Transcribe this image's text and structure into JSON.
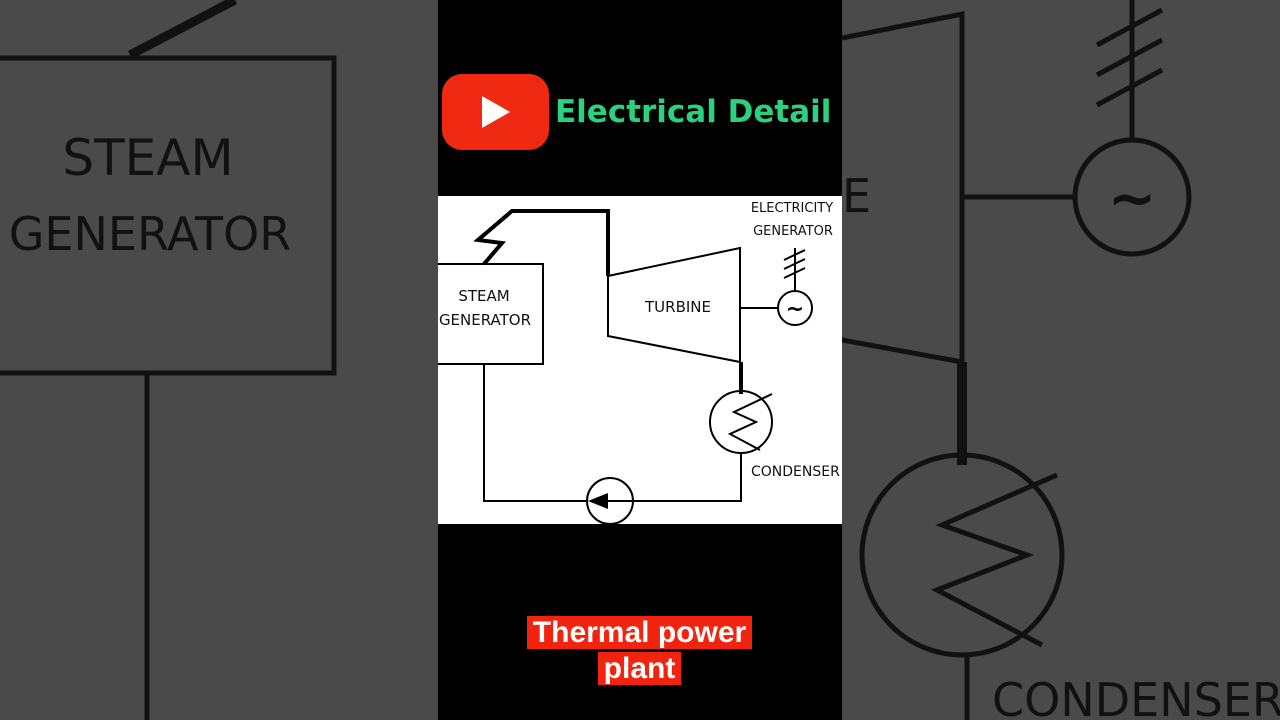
{
  "channel": {
    "name": "Electrical Detail",
    "logo_icon": "play-icon",
    "logo_color": "#f02a12",
    "name_color": "#2bd17e"
  },
  "diagram": {
    "steam_generator_line1": "STEAM",
    "steam_generator_line2": "GENERATOR",
    "turbine": "TURBINE",
    "electricity_generator_line1": "ELECTRICITY",
    "electricity_generator_line2": "GENERATOR",
    "generator_symbol": "~",
    "condenser": "CONDENSER"
  },
  "caption": {
    "line1": "Thermal power",
    "line2": "plant",
    "background": "#f2230f"
  },
  "background_zoom": {
    "steam_line1": "STEAM",
    "steam_line2": "GENERATOR",
    "turbine_fragment": "E",
    "condenser": "CONDENSER",
    "generator_symbol": "~"
  }
}
